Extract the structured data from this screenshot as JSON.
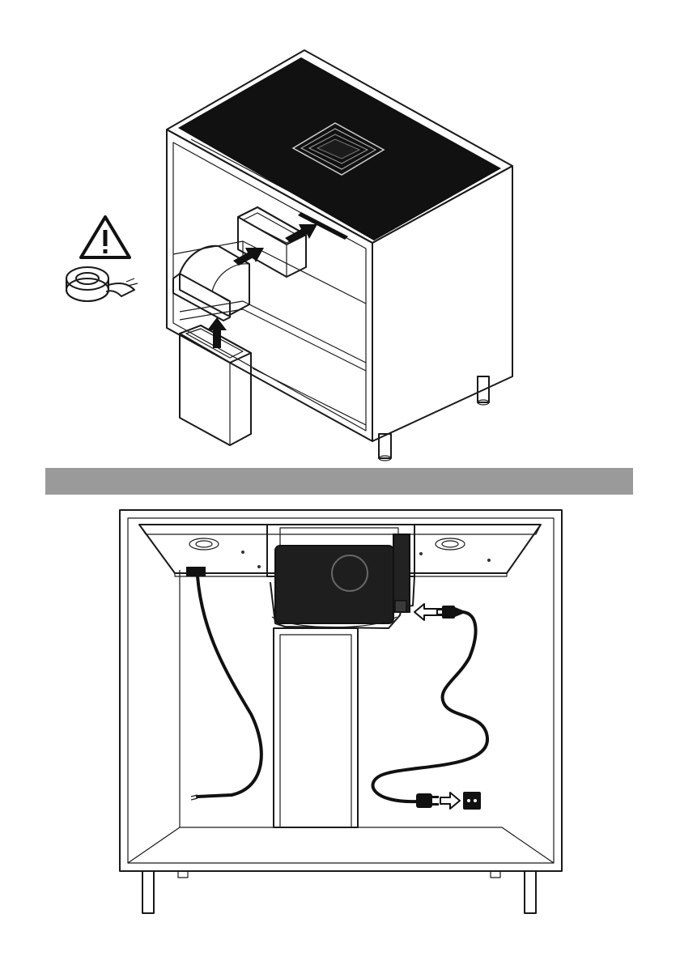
{
  "figure": {
    "top_panel": {
      "components": [
        "cabinet",
        "induction-hob",
        "duct-elbow",
        "flat-duct",
        "vertical-duct",
        "warning-sign",
        "adhesive-tape"
      ],
      "arrows": 3
    },
    "bottom_panel": {
      "components": [
        "cabinet-front",
        "hob-underside",
        "extractor-motor",
        "duct-column",
        "hob-cable",
        "power-cable",
        "plug",
        "wall-socket"
      ],
      "arrows": 2
    },
    "colors": {
      "hob_surface": "#111111",
      "duct_fill": "#e4e4e4",
      "section_bar": "#9a9a9a",
      "motor_body": "#1e1e1e",
      "line": "#1a1a1a"
    },
    "icons": [
      "warning-triangle-icon",
      "tape-roll-icon",
      "arrow-right-icon",
      "arrow-up-icon",
      "arrow-left-outline-icon",
      "arrow-right-outline-icon",
      "plug-icon",
      "socket-icon"
    ]
  }
}
